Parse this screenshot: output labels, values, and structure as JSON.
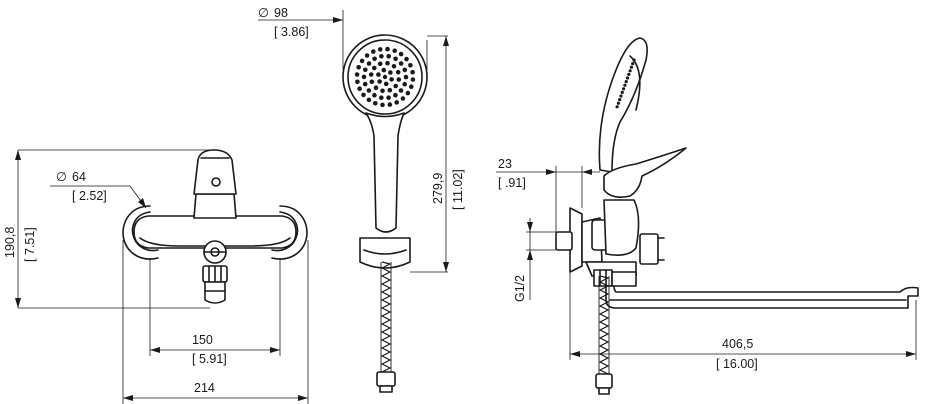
{
  "front_view": {
    "height_mm": "190,8",
    "height_in": "[ 7.51]",
    "eccentric_diameter_mm": "64",
    "eccentric_diameter_in": "[ 2.52]",
    "diameter_symbol": "∅",
    "center_distance_mm": "150",
    "center_distance_in": "[ 5.91]",
    "overall_width_mm": "214"
  },
  "shower_head": {
    "head_diameter_mm": "98",
    "head_diameter_in": "[ 3.86]",
    "length_mm": "279,9",
    "length_in": "[ 11.02]",
    "diameter_symbol": "∅"
  },
  "side_view": {
    "wall_offset_mm": "23",
    "wall_offset_in": "[ .91]",
    "thread_label": "G1/2",
    "spout_reach_mm": "406,5",
    "spout_reach_in": "[ 16.00]"
  }
}
